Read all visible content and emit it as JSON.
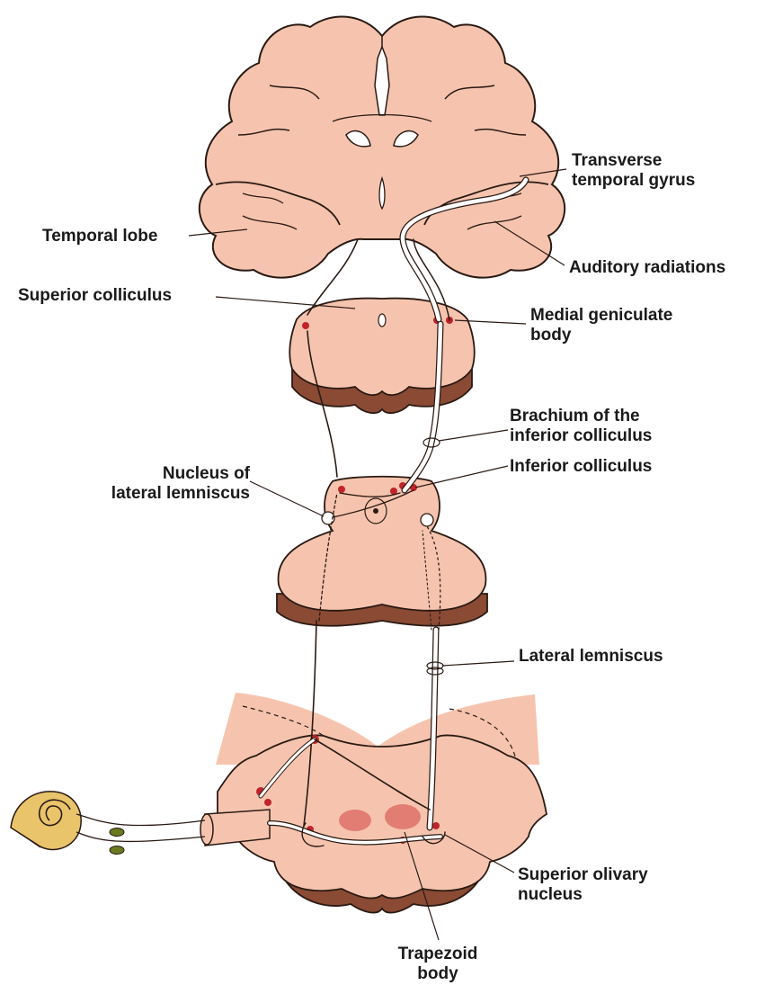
{
  "colors": {
    "tissue": "#f6c4ae",
    "tissue_edge": "#2a1a14",
    "cut_face": "#8a4a34",
    "nucleus_dot": "#c0242a",
    "olive_glow": "#d8605a",
    "fiber": "#ffffff",
    "fiber_edge": "#2a1a14",
    "cochlea": "#e9c46a",
    "ganglion": "#6b7a1e"
  },
  "labels": {
    "transverse_temporal_gyrus": [
      "Transverse",
      "temporal gyrus"
    ],
    "temporal_lobe": "Temporal lobe",
    "auditory_radiations": "Auditory radiations",
    "superior_colliculus": "Superior colliculus",
    "medial_geniculate_body": [
      "Medial geniculate",
      "body"
    ],
    "brachium_inferior_colliculus": [
      "Brachium of the",
      "inferior colliculus"
    ],
    "inferior_colliculus": "Inferior colliculus",
    "nucleus_lateral_lemniscus": [
      "Nucleus of",
      "lateral lemniscus"
    ],
    "lateral_lemniscus": "Lateral lemniscus",
    "superior_olivary_nucleus": [
      "Superior olivary",
      "nucleus"
    ],
    "trapezoid_body": [
      "Trapezoid",
      "body"
    ]
  },
  "icons": [
    "cerebrum-section",
    "midbrain-section",
    "pons-section",
    "medulla-section",
    "cochlea-icon",
    "spiral-ganglion-icon"
  ]
}
